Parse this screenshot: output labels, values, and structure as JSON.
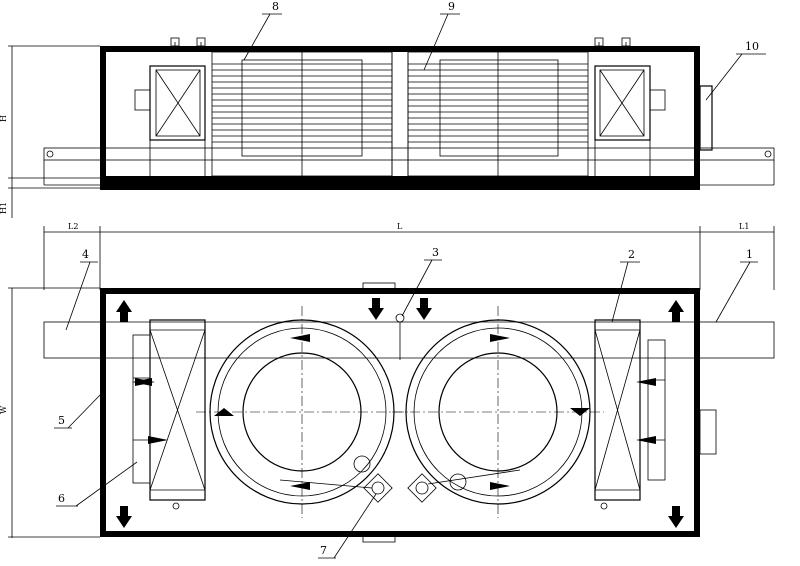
{
  "callouts": [
    "1",
    "2",
    "3",
    "4",
    "5",
    "6",
    "7",
    "8",
    "9",
    "10"
  ],
  "dims": {
    "H": "H",
    "H1": "H1",
    "L": "L",
    "L1": "L1",
    "L2": "L2",
    "W": "W"
  }
}
